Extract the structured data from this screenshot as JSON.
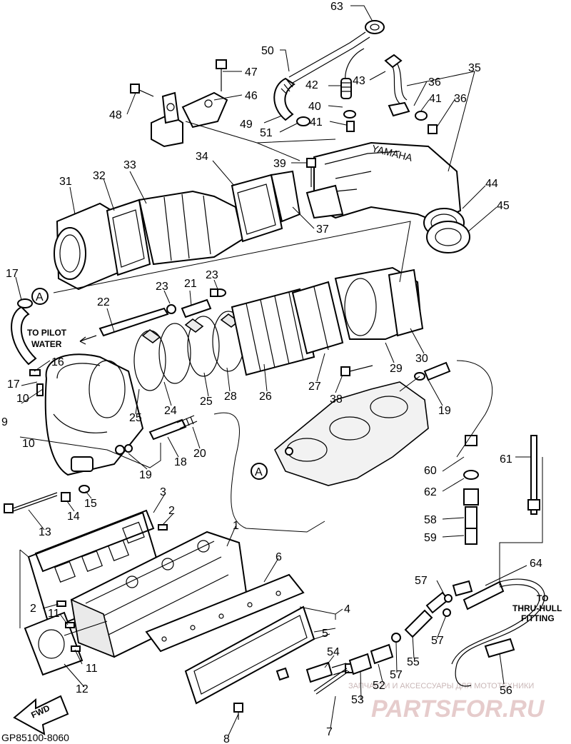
{
  "diagram": {
    "code": "GP85100-8060",
    "fwd_label": "FWD",
    "notes": {
      "pilot_line1": "TO PILOT",
      "pilot_line2": "WATER",
      "thru_line1": "TO",
      "thru_line2": "THRU-HULL",
      "thru_line3": "FITTING"
    },
    "ref_marker": "A",
    "parts": [
      "1",
      "2",
      "3",
      "4",
      "5",
      "6",
      "7",
      "8",
      "9",
      "10",
      "11",
      "12",
      "13",
      "14",
      "15",
      "16",
      "17",
      "18",
      "19",
      "20",
      "21",
      "22",
      "23",
      "24",
      "25",
      "26",
      "27",
      "28",
      "29",
      "30",
      "31",
      "32",
      "33",
      "34",
      "35",
      "36",
      "37",
      "38",
      "39",
      "40",
      "41",
      "42",
      "43",
      "44",
      "45",
      "46",
      "47",
      "48",
      "49",
      "50",
      "51",
      "52",
      "53",
      "54",
      "55",
      "56",
      "57",
      "58",
      "59",
      "60",
      "61",
      "62",
      "63",
      "64"
    ],
    "manifold_brand": "YAMAHA"
  },
  "watermark": {
    "line1": "ЗАПЧАСТИ И АКСЕССУАРЫ ДЛЯ МОТОТЕХНИКИ",
    "line2": "PARTSFOR.RU"
  }
}
